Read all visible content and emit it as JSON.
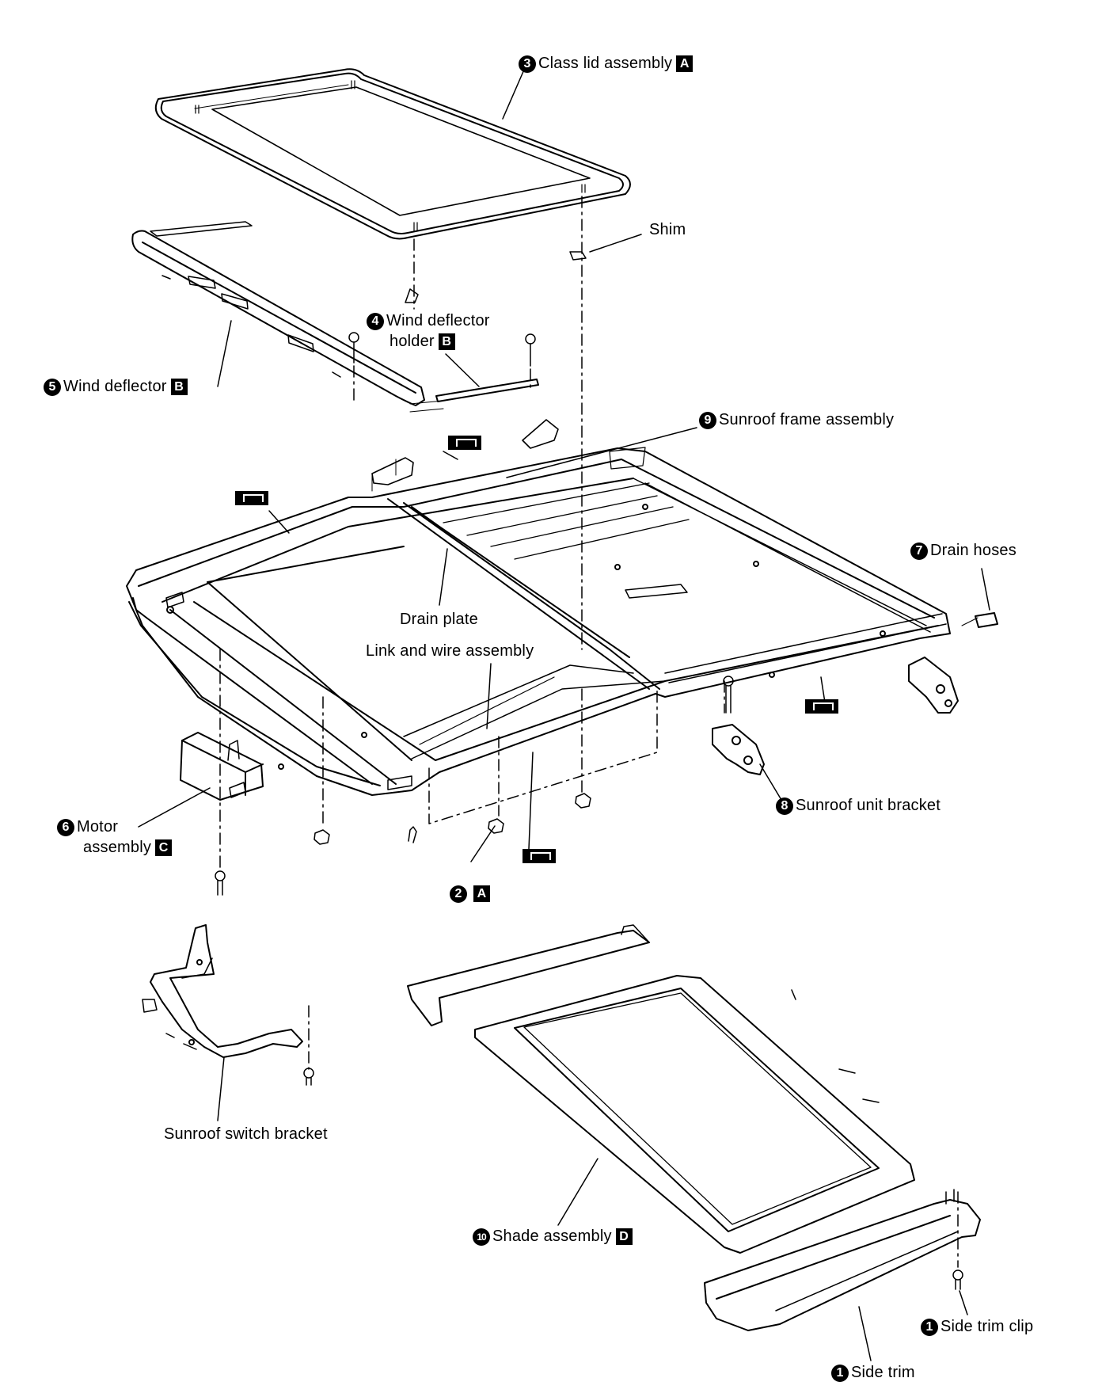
{
  "labels": {
    "glass_lid": {
      "num": "3",
      "text": "Class lid assembly",
      "key": "A"
    },
    "shim": {
      "text": "Shim"
    },
    "wind_deflector_holder_l1": {
      "num": "4",
      "text": "Wind deflector"
    },
    "wind_deflector_holder_l2": {
      "text": "holder",
      "key": "B"
    },
    "wind_deflector": {
      "num": "5",
      "text": "Wind deflector",
      "key": "B"
    },
    "sunroof_frame": {
      "num": "9",
      "text": "Sunroof frame assembly"
    },
    "drain_hoses": {
      "num": "7",
      "text": "Drain hoses"
    },
    "drain_plate": {
      "text": "Drain plate"
    },
    "link_wire": {
      "text": "Link and wire assembly"
    },
    "sunroof_unit_bracket": {
      "num": "8",
      "text": "Sunroof unit bracket"
    },
    "motor_l1": {
      "num": "6",
      "text": "Motor"
    },
    "motor_l2": {
      "text": "assembly",
      "key": "C"
    },
    "nut_ref": {
      "num": "2",
      "key": "A"
    },
    "switch_bracket": {
      "text": "Sunroof switch bracket"
    },
    "shade": {
      "num": "10",
      "text": "Shade assembly",
      "key": "D"
    },
    "side_trim_clip": {
      "num": "1",
      "text": "Side trim clip"
    },
    "side_trim": {
      "num": "1",
      "text": "Side trim"
    }
  },
  "torque_symbols": [
    "torque-symbol"
  ]
}
